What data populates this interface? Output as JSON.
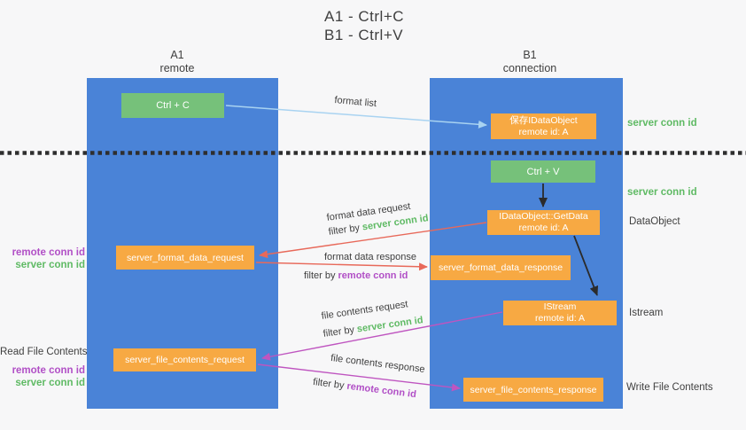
{
  "title": {
    "line1": "A1 - Ctrl+C",
    "line2": "B1 - Ctrl+V"
  },
  "columns": {
    "a": {
      "id": "A1",
      "name": "remote"
    },
    "b": {
      "id": "B1",
      "name": "connection"
    }
  },
  "boxes": {
    "ctrl_c": "Ctrl + C",
    "ctrl_v": "Ctrl + V",
    "save_idataobject": {
      "line1": "保存IDataObject",
      "line2": "remote id: A"
    },
    "getdata": {
      "line1": "IDataObject::GetData",
      "line2": "remote id: A"
    },
    "istream": {
      "line1": "IStream",
      "line2": "remote id: A"
    },
    "format_request": "server_format_data_request",
    "format_response": "server_format_data_response",
    "file_request": "server_file_contents_request",
    "file_response": "server_file_contents_response"
  },
  "side_labels": {
    "server_conn_id_top": "server conn id",
    "server_conn_id_mid": "server conn id",
    "dataobject": "DataObject",
    "istream": "Istream",
    "write_file_contents": "Write File Contents",
    "read_file_contents": "Read File Contents",
    "remote_conn_id_1": "remote conn id",
    "server_conn_id_left_1": "server conn id",
    "remote_conn_id_2": "remote conn id",
    "server_conn_id_left_2": "server conn id"
  },
  "arrow_labels": {
    "format_list": "format list",
    "format_data_request": "format data request",
    "filter_by_1": "filter by ",
    "filter_value_1": "server conn id",
    "format_data_response": "format data response",
    "filter_by_2": "filter by ",
    "filter_value_2": "remote conn id",
    "file_contents_request": "file contents request",
    "filter_by_3": "filter by ",
    "filter_value_3": "server conn id",
    "file_contents_response": "file contents response",
    "filter_by_4": "filter by ",
    "filter_value_4": "remote conn id"
  },
  "colors": {
    "column_blue": "#4a83d7",
    "box_green": "#76c17a",
    "box_orange": "#f7a943",
    "arrow_blue": "#a9d3f1",
    "arrow_red": "#e8695a",
    "arrow_magenta": "#bf55c0",
    "arrow_black": "#2b2b2b",
    "label_green": "#5fba64",
    "label_purple": "#b14fc6",
    "text_dark": "#3f3f3f",
    "dotted_line": "#2e2e2e",
    "background": "#f7f7f8"
  }
}
